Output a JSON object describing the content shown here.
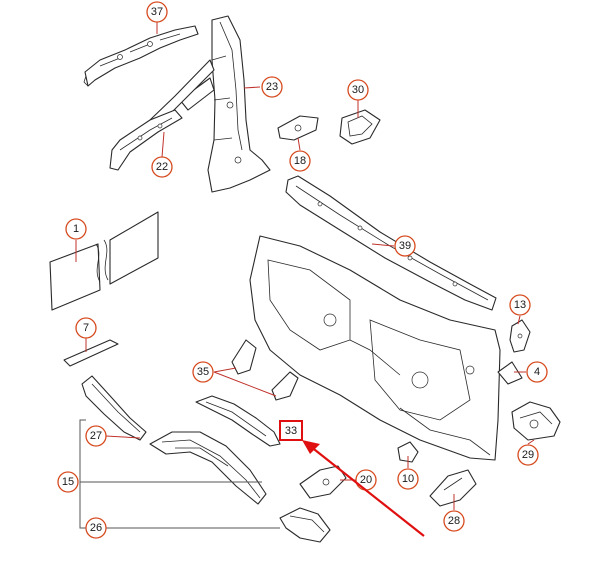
{
  "diagram": {
    "callouts": [
      {
        "id": "c37",
        "label": "37"
      },
      {
        "id": "c23",
        "label": "23"
      },
      {
        "id": "c22",
        "label": "22"
      },
      {
        "id": "c30",
        "label": "30"
      },
      {
        "id": "c18",
        "label": "18"
      },
      {
        "id": "c39",
        "label": "39"
      },
      {
        "id": "c1",
        "label": "1"
      },
      {
        "id": "c13",
        "label": "13"
      },
      {
        "id": "c7",
        "label": "7"
      },
      {
        "id": "c4",
        "label": "4"
      },
      {
        "id": "c35",
        "label": "35"
      },
      {
        "id": "c27",
        "label": "27"
      },
      {
        "id": "c29",
        "label": "29"
      },
      {
        "id": "c33",
        "label": "33"
      },
      {
        "id": "c15",
        "label": "15"
      },
      {
        "id": "c20",
        "label": "20"
      },
      {
        "id": "c10",
        "label": "10"
      },
      {
        "id": "c26",
        "label": "26"
      },
      {
        "id": "c28",
        "label": "28"
      }
    ],
    "highlighted_part": "33",
    "colors": {
      "callout_ring": "#d64a1f",
      "highlight": "#e01010",
      "line_art": "#2a2a2a"
    }
  }
}
